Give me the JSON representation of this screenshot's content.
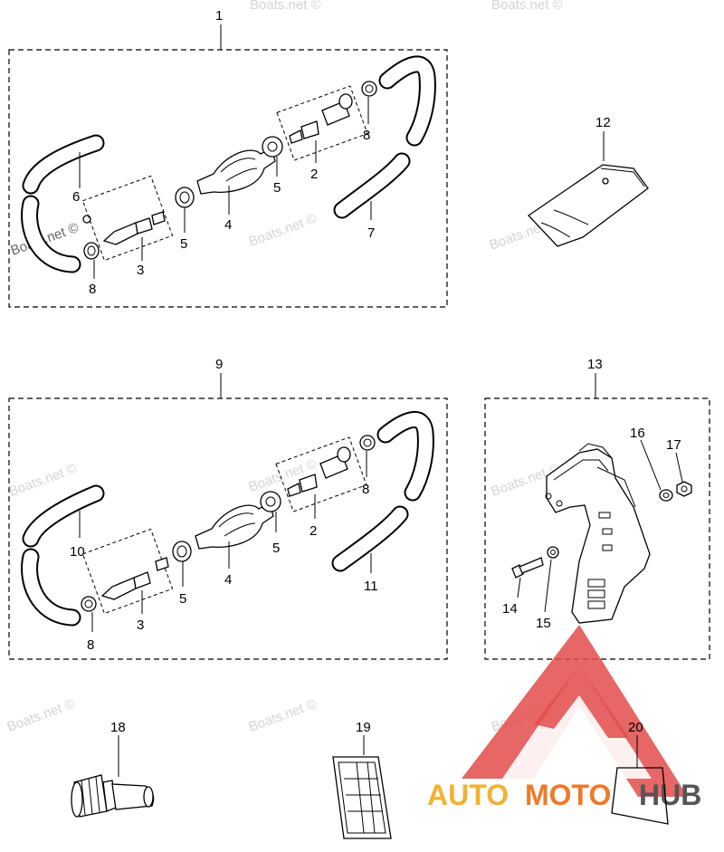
{
  "diagram": {
    "callouts": [
      "1",
      "2",
      "3",
      "4",
      "5",
      "5",
      "6",
      "7",
      "8",
      "8",
      "9",
      "10",
      "11",
      "12",
      "13",
      "14",
      "15",
      "16",
      "17",
      "18",
      "19",
      "20",
      "2",
      "3",
      "4",
      "5",
      "5",
      "8",
      "8"
    ],
    "labels": {
      "c1": "1",
      "c2a": "2",
      "c3a": "3",
      "c4a": "4",
      "c5a": "5",
      "c5b": "5",
      "c6": "6",
      "c7": "7",
      "c8a": "8",
      "c8b": "8",
      "c9": "9",
      "c10": "10",
      "c11": "11",
      "c12": "12",
      "c13": "13",
      "c14": "14",
      "c15": "15",
      "c16": "16",
      "c17": "17",
      "c18": "18",
      "c19": "19",
      "c20": "20",
      "c2b": "2",
      "c3b": "3",
      "c4b": "4",
      "c5c": "5",
      "c5d": "5",
      "c8c": "8",
      "c8d": "8"
    },
    "watermark": "Boats.net ©"
  },
  "logo": {
    "text_auto": "AUTO",
    "text_moto": "MOTO",
    "text_hub": "HUB",
    "colors": {
      "triangle": "#e34b4b",
      "auto": "#f2b233",
      "moto": "#ee7a2a",
      "hub": "#555555"
    }
  }
}
